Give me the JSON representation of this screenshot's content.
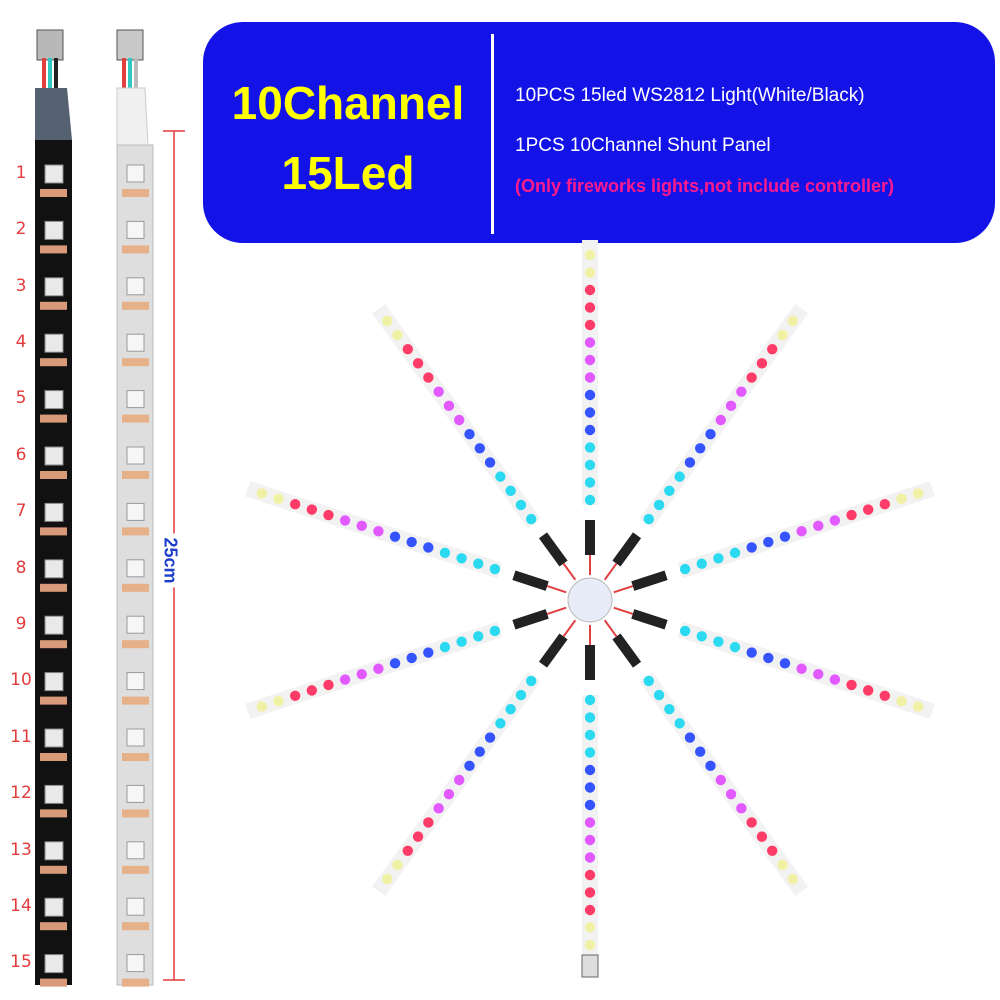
{
  "banner": {
    "title_line1": "10Channel",
    "title_line2": "15Led",
    "line1": "10PCS 15led WS2812 Light(White/Black)",
    "line2": "1PCS 10Channel Shunt Panel",
    "line3": "(Only fireworks lights,not include controller)"
  },
  "strip_numbers": [
    "1",
    "2",
    "3",
    "4",
    "5",
    "6",
    "7",
    "8",
    "9",
    "10",
    "11",
    "12",
    "13",
    "14",
    "15"
  ],
  "dimension_label": "25cm",
  "colors": {
    "banner_bg": "#1313e8",
    "title": "#ffff00",
    "warning": "#ff1a8c",
    "number": "#e43c3c",
    "dimension_line": "#e23a3a",
    "dimension_text": "#1c3fc9"
  },
  "firework": {
    "arms": 10,
    "leds_per_arm": 15
  }
}
